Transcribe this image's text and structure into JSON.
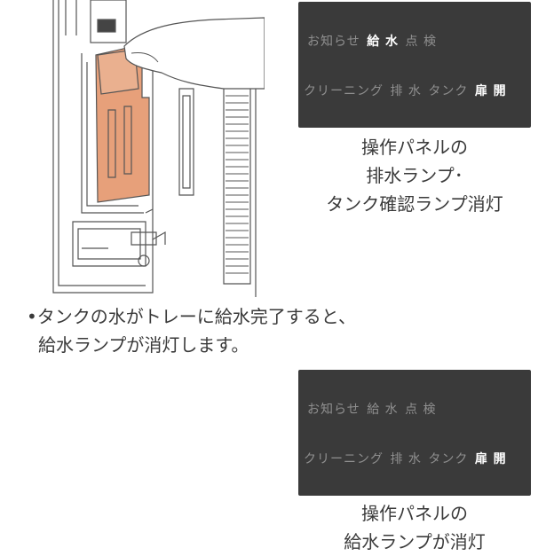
{
  "panel_top": {
    "row1": [
      "お知らせ",
      "給 水",
      "点 検"
    ],
    "row1_states": [
      "dim",
      "lit",
      "dim"
    ],
    "row2": [
      "クリーニング",
      "排 水",
      "タンク",
      "扉 開"
    ],
    "row2_states": [
      "dim",
      "dim",
      "dim",
      "lit"
    ]
  },
  "caption_top": {
    "line1": "操作パネルの",
    "line2": "排水ランプ･",
    "line3": "タンク確認ランプ消灯"
  },
  "note": {
    "bullet": "•",
    "line1": "タンクの水がトレーに給水完了すると、",
    "line2": "給水ランプが消灯します。"
  },
  "panel_bottom": {
    "row1": [
      "お知らせ",
      "給 水",
      "点 検"
    ],
    "row1_states": [
      "dim",
      "dim",
      "dim"
    ],
    "row2": [
      "クリーニング",
      "排 水",
      "タンク",
      "扉 開"
    ],
    "row2_states": [
      "dim",
      "dim",
      "dim",
      "lit"
    ]
  },
  "caption_bottom": {
    "line1": "操作パネルの",
    "line2": "給水ランプが消灯"
  },
  "colors": {
    "panel_bg": "#3a3a3a",
    "lamp_off": "#8f8f8f",
    "lamp_on": "#ffffff",
    "tank": "#e7a07a"
  }
}
